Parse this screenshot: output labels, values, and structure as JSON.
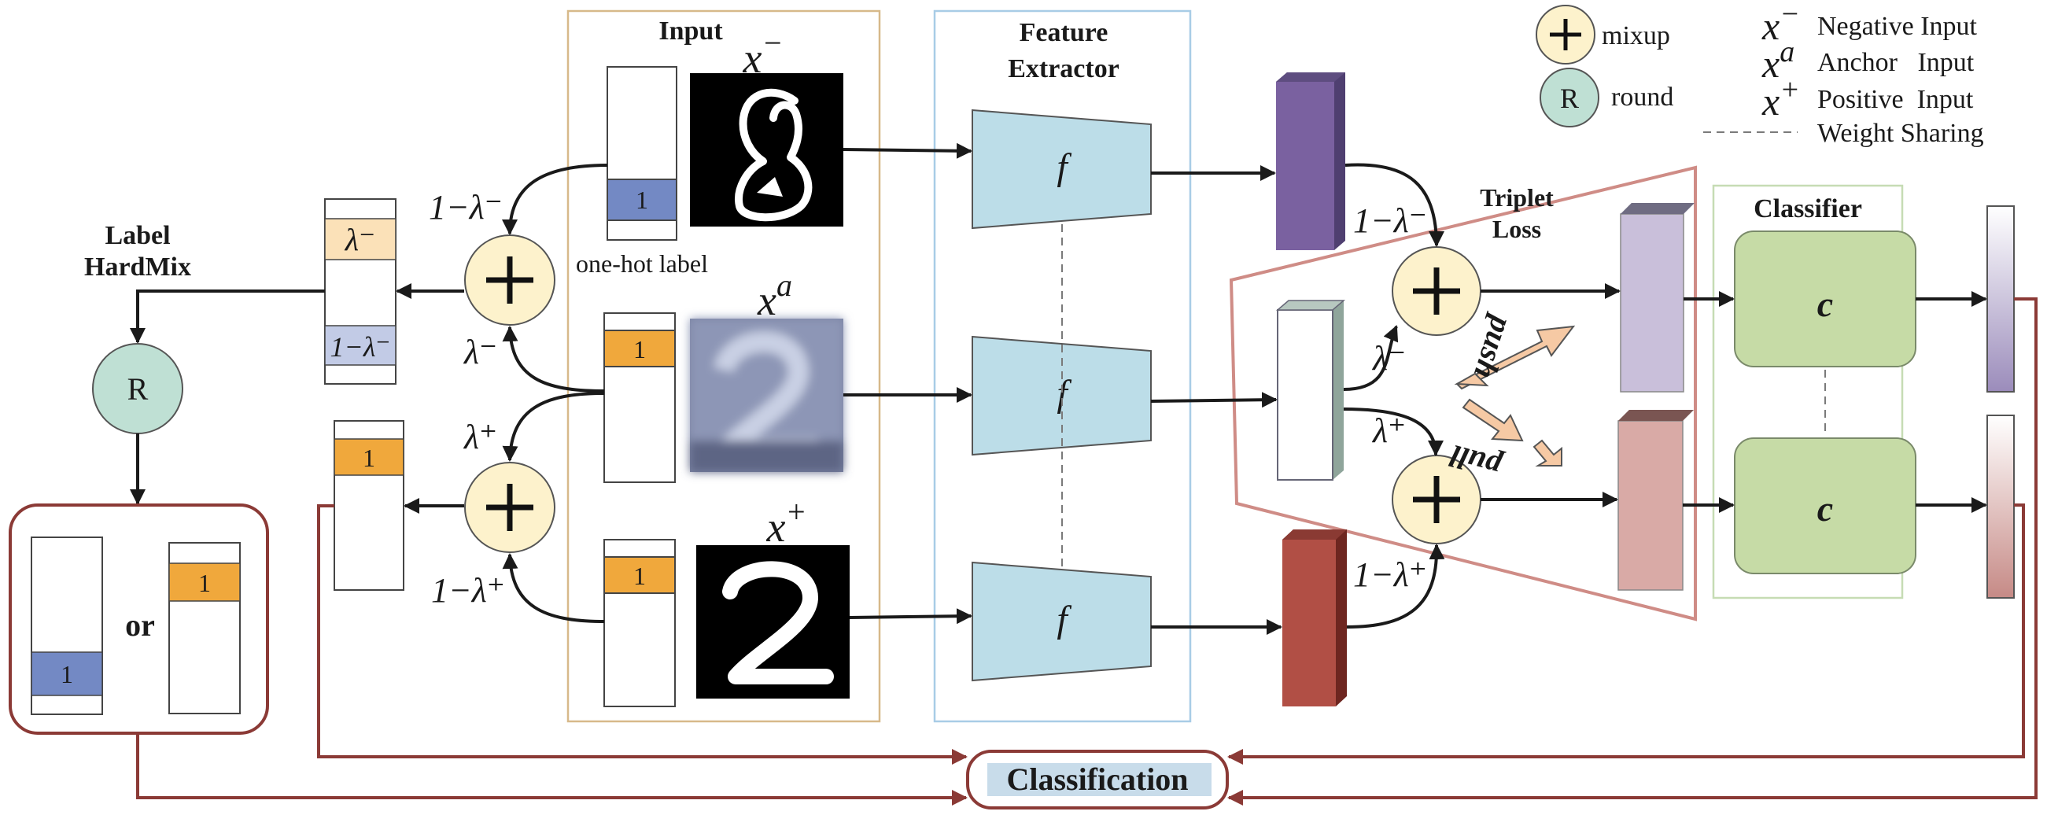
{
  "input_panel": {
    "title": "Input"
  },
  "extractor_panel": {
    "title_line1": "Feature",
    "title_line2": "Extractor"
  },
  "classifier_panel": {
    "title": "Classifier"
  },
  "triplet_loss": {
    "line1": "Triplet",
    "line2": "Loss"
  },
  "inputs": {
    "negative": {
      "symbol": "x",
      "sup": "−"
    },
    "anchor": {
      "symbol": "x",
      "sup": "a"
    },
    "positive": {
      "symbol": "x",
      "sup": "+"
    },
    "label_value": "1",
    "one_hot_caption": "one-hot label"
  },
  "extractor_symbol": "f",
  "classifier_symbol": "c",
  "lambda_labels": {
    "one_minus_lambda_neg": "1−λ⁻",
    "lambda_neg": "λ⁻",
    "lambda_pos": "λ⁺",
    "one_minus_lambda_pos": "1−λ⁺"
  },
  "label_hardmix": {
    "line1": "Label",
    "line2": "HardMix",
    "round_symbol": "R"
  },
  "or_text": "or",
  "push_text": "push",
  "pull_text": "pull",
  "classification_text": "Classification",
  "legend": {
    "mixup_label": "mixup",
    "round_label": "round",
    "round_symbol": "R",
    "negative_label": "Negative Input",
    "anchor_label": "Anchor   Input",
    "positive_label": "Positive  Input",
    "weight_sharing_label": "Weight Sharing"
  },
  "colors": {
    "input_panel_border": "#d7b98a",
    "extractor_panel_border": "#a8cce6",
    "extractor_fill": "#bcdde8",
    "classifier_fill": "#c6dba6",
    "classifier_border": "#7a8a6a",
    "mixup_fill": "#fdf2cc",
    "round_fill": "#bfe0d4",
    "label_blue": "#7389c4",
    "label_orange": "#f0a83c",
    "label_peach": "#fbe1b8",
    "label_lavender": "#c2cbe6",
    "feature_negative": "#7a61a0",
    "feature_anchor": "#ffffff",
    "feature_positive": "#b14f45",
    "mixed_negative": "#c9bfda",
    "mixed_positive": "#d9aaa6",
    "triplet_border": "#cf8c86",
    "classification_border": "#8b3a36",
    "arrow_orange": "#f6c9a4"
  }
}
